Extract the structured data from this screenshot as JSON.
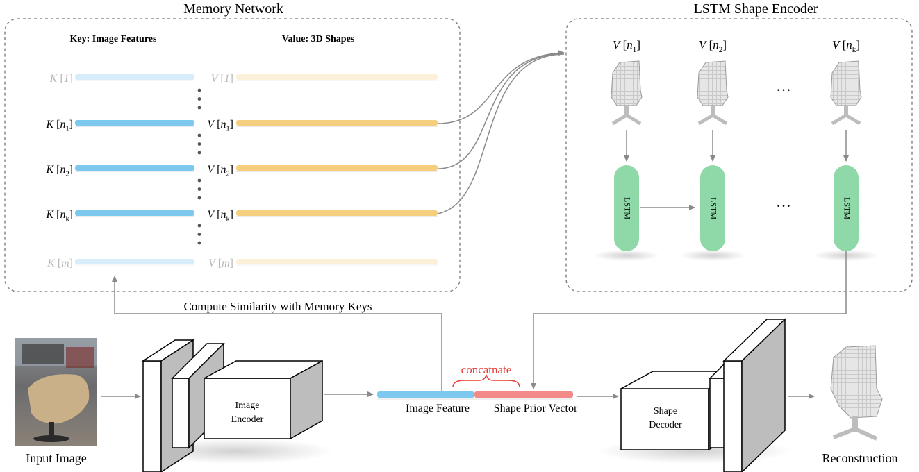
{
  "memory_network": {
    "title": "Memory Network",
    "key_header": "Key: Image Features",
    "value_header": "Value: 3D Shapes",
    "rows": [
      {
        "key_var": "K",
        "key_sub": "1",
        "val_var": "V",
        "val_sub": "1",
        "faded": true,
        "plain": true
      },
      {
        "key_var": "K",
        "key_sub": "n",
        "key_subsub": "1",
        "val_var": "V",
        "val_sub": "n",
        "val_subsub": "1",
        "faded": false
      },
      {
        "key_var": "K",
        "key_sub": "n",
        "key_subsub": "2",
        "val_var": "V",
        "val_sub": "n",
        "val_subsub": "2",
        "faded": false
      },
      {
        "key_var": "K",
        "key_sub": "n",
        "key_subsub": "k",
        "val_var": "V",
        "val_sub": "n",
        "val_subsub": "k",
        "faded": false
      },
      {
        "key_var": "K",
        "key_sub": "m",
        "val_var": "V",
        "val_sub": "m",
        "faded": true,
        "plain": true
      }
    ]
  },
  "lstm_encoder": {
    "title": "LSTM Shape Encoder",
    "columns": [
      {
        "var": "V",
        "sub": "n",
        "subsub": "1"
      },
      {
        "var": "V",
        "sub": "n",
        "subsub": "2"
      },
      {
        "var": "V",
        "sub": "n",
        "subsub": "k"
      }
    ],
    "cell_label": "LSTM",
    "ellipsis": "···"
  },
  "pipeline": {
    "input_label": "Input Image",
    "encoder_label_line1": "Image",
    "encoder_label_line2": "Encoder",
    "similarity_label": "Compute Similarity with Memory Keys",
    "concat_label": "concatnate",
    "image_feature_label": "Image Feature",
    "shape_prior_label": "Shape Prior Vector",
    "decoder_label_line1": "Shape",
    "decoder_label_line2": "Decoder",
    "output_label": "Reconstruction"
  },
  "colors": {
    "key_bar": "#7cc8ef",
    "value_bar": "#f5cf7e",
    "lstm_cell": "#8fd8a8",
    "image_feature": "#7cc8ef",
    "shape_prior": "#f28a8a",
    "concat": "#e53935",
    "arrow": "#8a8a8a"
  }
}
